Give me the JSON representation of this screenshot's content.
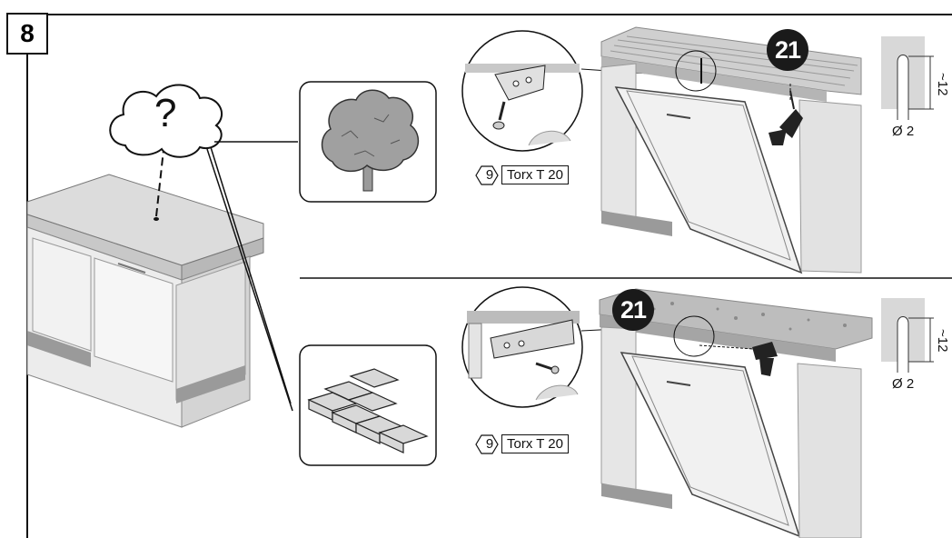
{
  "step": {
    "number": "8"
  },
  "question_mark": "?",
  "top_panel": {
    "callout_number": "21",
    "screw_size": "9",
    "tool_label": "Torx T 20",
    "hole_diameter": "Ø 2",
    "hole_depth": "~12",
    "material": "wood-icon"
  },
  "bottom_panel": {
    "callout_number": "21",
    "screw_size": "9",
    "tool_label": "Torx T 20",
    "hole_diameter": "Ø 2",
    "hole_depth": "~12",
    "material": "bricks-icon"
  }
}
